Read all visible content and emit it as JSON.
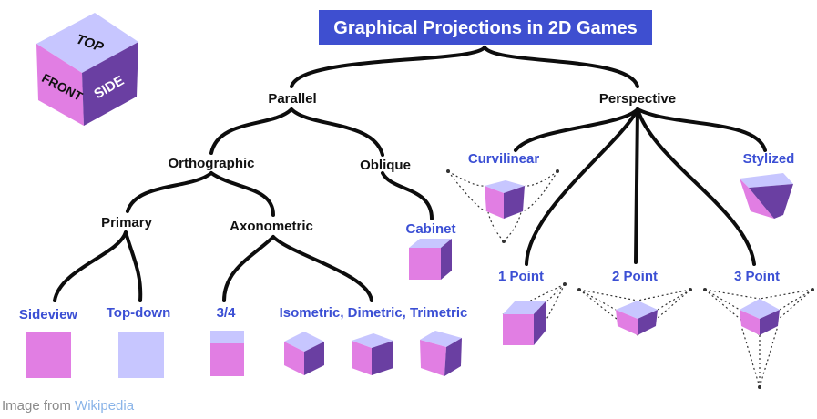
{
  "title": "Graphical Projections in 2D Games",
  "cube_faces": {
    "top": "TOP",
    "front": "FRONT",
    "side": "SIDE"
  },
  "nodes": {
    "parallel": "Parallel",
    "perspective": "Perspective",
    "orthographic": "Orthographic",
    "oblique": "Oblique",
    "primary": "Primary",
    "axonometric": "Axonometric",
    "cabinet": "Cabinet",
    "curvilinear": "Curvilinear",
    "stylized": "Stylized",
    "sideview": "Sideview",
    "top_down": "Top-down",
    "three_quarter": "3/4",
    "iso_di_tri": "Isometric, Dimetric, Trimetric",
    "one_point": "1 Point",
    "two_point": "2 Point",
    "three_point": "3 Point"
  },
  "caption": {
    "prefix": "Image from ",
    "link": "Wikipedia"
  },
  "colors": {
    "title_bg": "#3e4fd0",
    "title_text": "#ffffff",
    "leaf_text": "#3b4fd4",
    "node_text": "#111111",
    "line": "#0d0d0d",
    "cube_top": "#c7c6ff",
    "cube_front": "#e17ee3",
    "cube_side": "#6a3fa2",
    "caption_text": "#8a8a8a",
    "caption_link": "#8ab4e8"
  }
}
